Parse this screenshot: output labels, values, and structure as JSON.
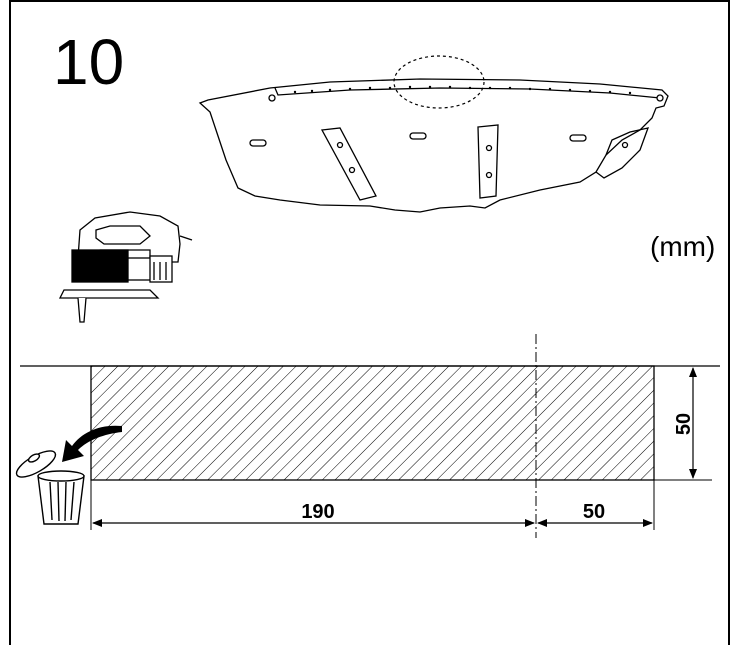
{
  "step": {
    "number": "10"
  },
  "units": {
    "label": "(mm)"
  },
  "dimensions": {
    "length_main": "190",
    "length_extra": "50",
    "height": "50"
  },
  "icons": {
    "tool": "jigsaw-icon",
    "discard": "trash-bin-icon",
    "part": "undertray-panel-icon"
  }
}
